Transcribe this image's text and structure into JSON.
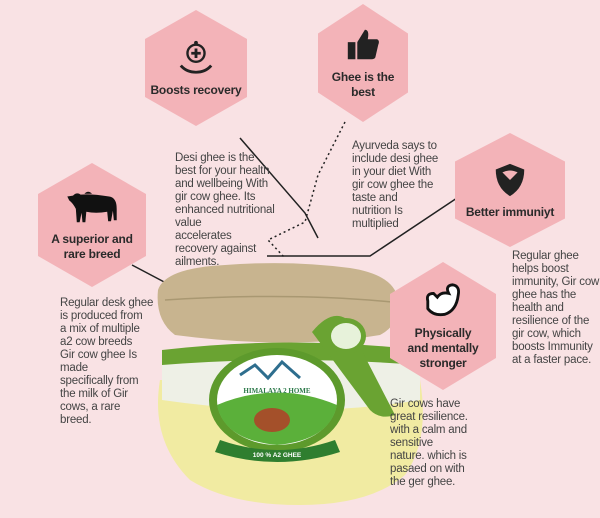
{
  "colors": {
    "background": "#f9e2e4",
    "hexagon": "#f3b3b8",
    "text": "#444444",
    "label_green": "#6aa332",
    "ghee": "#f3eca0"
  },
  "features": [
    {
      "icon": "hand-plus-icon",
      "title": "Boosts recovery",
      "description": "Desi ghee is the\nbest for your health\nand wellbeing With\ngir cow ghee. Its\nenhanced nutritional\nvalue\naccelerates\nrecovery against\nailments."
    },
    {
      "icon": "thumbs-up-icon",
      "title": "Ghee is the\nbest",
      "description": "Ayurveda says to\ninclude desi ghee\nin your diet With\ngir cow ghee the\ntaste and\nnutrition Is\nmultiplied"
    },
    {
      "icon": "shield-icon",
      "title": "Better immuniyt",
      "description": "Regular ghee\nhelps boost\nimmunity, Gir cow\nghee has the\nhealth and\nresilience of the\ngir cow, which\nboosts Immunity\nat a faster pace."
    },
    {
      "icon": "cow-icon",
      "title": "A superior and\nrare breed",
      "description": "Regular desk ghee\nis produced from\na mix of multiple\na2 cow breeds\nGir cow ghee Is\nmade\nspecifically from\nthe milk of Gir\ncows, a rare\nbreed."
    },
    {
      "icon": "flexed-arm-icon",
      "title": "Physically\nand mentally\nstronger",
      "description": "Gir cows have\ngreat resilience.\nwith a calm and\nsensitive\nnature. which is\npasaed on with\nthe ger ghee."
    }
  ],
  "product": {
    "brand": "HIMALAYA 2 HOME",
    "banner": "100 % A2 GHEE"
  }
}
